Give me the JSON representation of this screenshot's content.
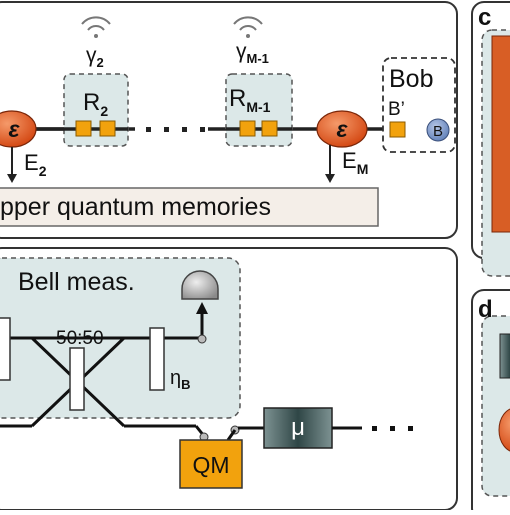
{
  "panel_labels": {
    "c": "c",
    "d": "d"
  },
  "chain": {
    "gamma_left_main": "γ",
    "gamma_left_sub": "2",
    "gamma_right_main": "γ",
    "gamma_right_sub": "M-1",
    "repeater_left_main": "R",
    "repeater_left_sub": "2",
    "repeater_right_main": "R",
    "repeater_right_sub": "M-1",
    "bob_label": "Bob",
    "bob_memory_label": "B’",
    "bob_qubit_label": "B",
    "swap_symbol": "ε",
    "output_left_main": "E",
    "output_left_sub": "2",
    "output_right_main": "E",
    "output_right_sub": "M",
    "memories_caption": "pper quantum memories"
  },
  "bell": {
    "title": "Bell meas.",
    "beamsplitter_label": "50:50",
    "efficiency_main": "η",
    "efficiency_sub": "B",
    "qm_label": "QM",
    "mu_label": "μ"
  },
  "colors": {
    "swap_orange": "#e8561a",
    "memory_orange": "#f2a20d",
    "dashed_box_fill": "#dce8e8",
    "caption_fill": "#f4eee8",
    "mu_box_fill": "#3d5555",
    "bob_qubit_blue": "#7a96c8",
    "panel_c_orange": "#d85e25",
    "line_dark": "#222222"
  }
}
